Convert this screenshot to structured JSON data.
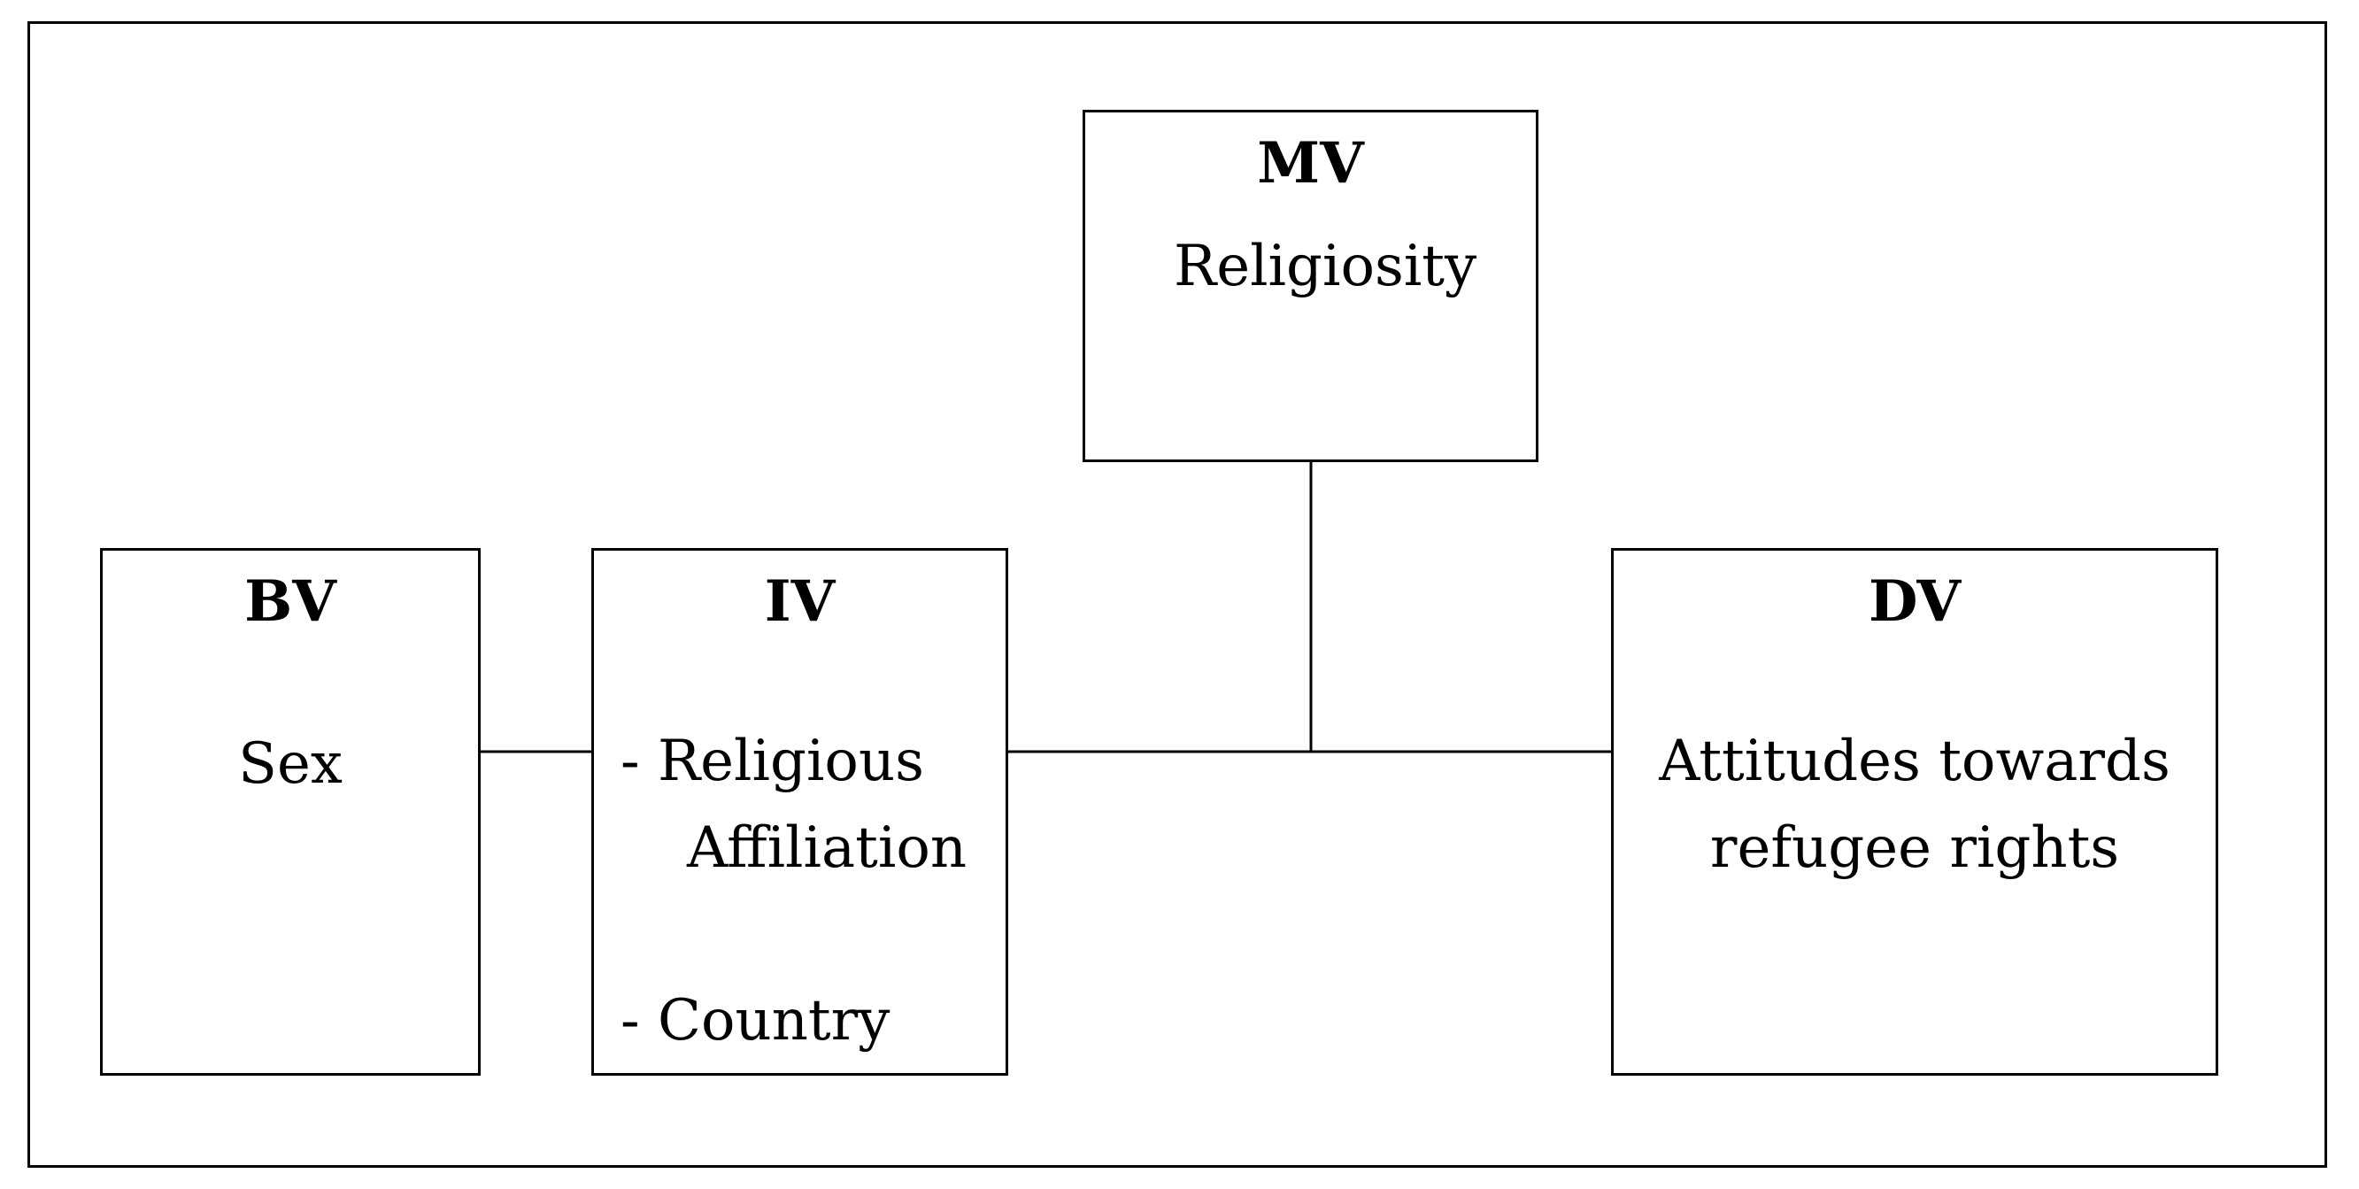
{
  "boxes": {
    "mv": {
      "heading": "MV",
      "text": "Religiosity"
    },
    "bv": {
      "heading": "BV",
      "text": "Sex"
    },
    "iv": {
      "heading": "IV",
      "lines": [
        "- Religious",
        "Affiliation",
        "- Country"
      ]
    },
    "dv": {
      "heading": "DV",
      "lines": [
        "Attitudes towards",
        "refugee rights"
      ]
    }
  },
  "colors": {
    "line": "#000000",
    "background": "#ffffff"
  }
}
